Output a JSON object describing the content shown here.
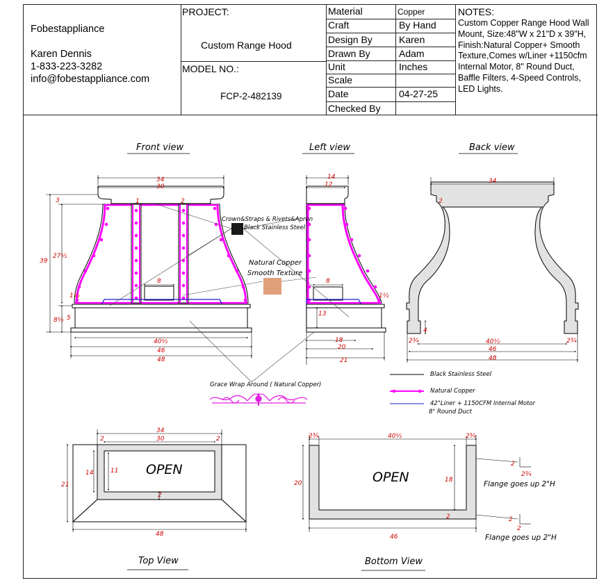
{
  "company": {
    "name": "Fobestappliance",
    "contact_name": "Karen Dennis",
    "phone": "1-833-223-3282",
    "email": "info@fobestappliance.com"
  },
  "project": {
    "label": "PROJECT:",
    "value": "Custom Range Hood"
  },
  "model": {
    "label": "MODEL NO.:",
    "value": "FCP-2-482139"
  },
  "specs": [
    {
      "label": "Material",
      "value": "Copper"
    },
    {
      "label": "Craft",
      "value": "By Hand"
    },
    {
      "label": "Design By",
      "value": "Karen"
    },
    {
      "label": "Drawn By",
      "value": "Adam"
    },
    {
      "label": "Unit",
      "value": "Inches"
    },
    {
      "label": "Scale",
      "value": ""
    },
    {
      "label": "Date",
      "value": "04-27-25"
    },
    {
      "label": "Checked By",
      "value": ""
    }
  ],
  "notes": {
    "title": "NOTES:",
    "body": "Custom Copper Range Hood Wall Mount, Size:48\"W x 21\"D x 39\"H, Finish:Natural Copper+ Smooth Texture,Comes w/Liner +1150cfm Internal Motor, 8\" Round Duct, Baffle Filters, 4-Speed Controls, LED Lights."
  },
  "views": {
    "front": "Front view",
    "left": "Left view",
    "back": "Back view",
    "top": "Top View",
    "bottom": "Bottom View"
  },
  "callouts": {
    "crown_line1": "Crown&Straps & Rivets&Apron",
    "crown_line2": "Black Stainless Steel",
    "copper_line1": "Natural Copper",
    "copper_line2": "Smooth Texture",
    "grace_wrap": "Grace Wrap Around ( Natural Copper)",
    "open": "OPEN",
    "flange": "Flange goes up 2\"H"
  },
  "legend": [
    {
      "label": "Black Stainless Steel",
      "color": "#000000"
    },
    {
      "label": "Natural Copper",
      "color": "#ff00ff"
    },
    {
      "label": "42\"Liner + 1150CFM Internal Motor",
      "label2": "8\" Round Duct",
      "color": "#1a1acc"
    }
  ],
  "colors": {
    "copper_trim": "#ff00ff",
    "liner": "#1a1acc",
    "dimension": "#cc0000",
    "copper_swatch": "#e0a07c",
    "steel_swatch": "#1a1a1a",
    "panel_fill": "#e2e2e2"
  },
  "dims": {
    "front": {
      "top34": "34",
      "top30": "30",
      "h3": "3",
      "h39": "39",
      "h27": "27½",
      "h8": "8½",
      "h5": "5",
      "strap1": "1",
      "strap2": "2",
      "flue8": "8",
      "w40": "40½",
      "w46": "46",
      "w48": "48",
      "side1": "1½"
    },
    "left": {
      "top14": "14",
      "top12": "12",
      "d8": "8",
      "d13": "13",
      "d18": "18",
      "d20": "20",
      "d21": "21",
      "side1": "1½"
    },
    "back": {
      "top34": "34",
      "t2": "2",
      "h4": "4",
      "s2a": "2¾",
      "s2b": "2¾",
      "w40": "40½",
      "w46": "46",
      "w48": "48"
    },
    "top": {
      "w34": "34",
      "w30": "30",
      "s2a": "2",
      "s2b": "2",
      "d14": "14",
      "d11": "11",
      "d21": "21",
      "b2": "2",
      "w48": "48"
    },
    "bottom": {
      "s2a": "2¾",
      "w40": "40½",
      "s2b": "2¾",
      "d20": "20",
      "d18": "18",
      "b2": "2",
      "w46": "46",
      "f2a": "2",
      "f2b": "2¾",
      "f2c": "2",
      "f2d": "2"
    }
  }
}
